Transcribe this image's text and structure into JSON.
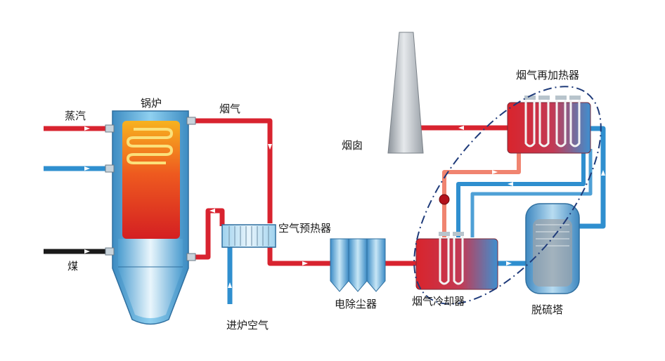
{
  "labels": {
    "steam": "蒸汽",
    "coal": "煤",
    "boiler": "锅炉",
    "flue_gas": "烟气",
    "air_preheater": "空气预热器",
    "furnace_air_in": "进炉空气",
    "esp": "电除尘器",
    "chimney": "烟囱",
    "flue_gas_cooler": "烟气冷却器",
    "desulfurization_tower": "脱硫塔",
    "flue_gas_reheater": "烟气再加热器"
  },
  "colors": {
    "hot_pipe": "#d8232f",
    "warm_pipe": "#f08470",
    "cold_pipe": "#2f8fcf",
    "coal_pipe": "#1a1a1a",
    "boiler_shell": "#5aa9d8",
    "chimney": "#b9bfc6",
    "boundary": "#1f3b7a"
  }
}
